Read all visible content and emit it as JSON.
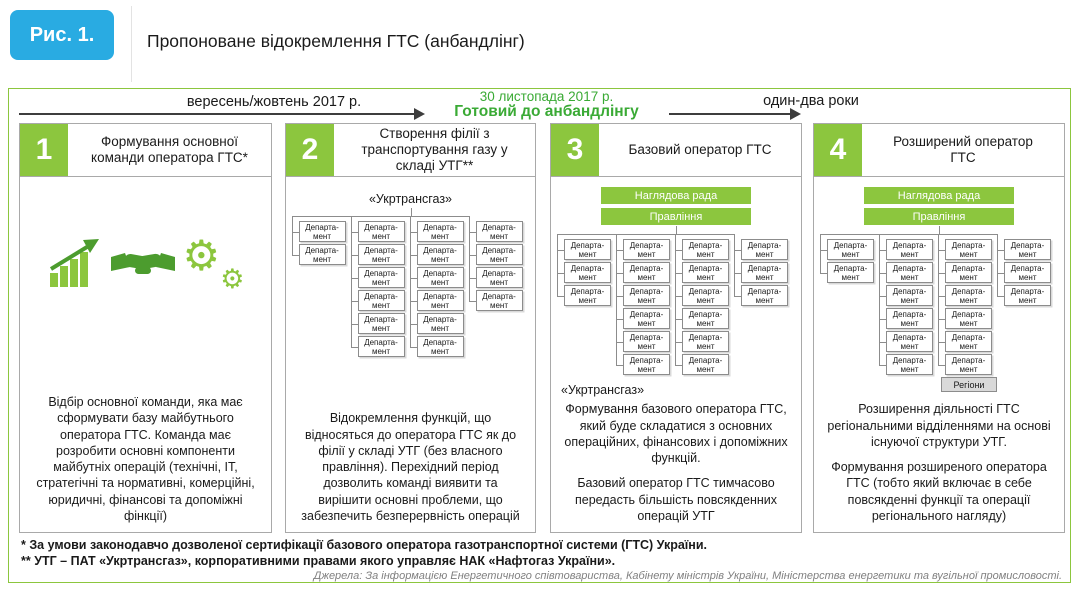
{
  "figure_label": "Рис. 1.",
  "title": "Пропоноване відокремлення ГТС (анбандлінг)",
  "timeline": {
    "left": "вересень/жовтень 2017 р.",
    "center_line1": "30 листопада 2017 р.",
    "center_line2": "Готовий до анбандлінгу",
    "right": "один-два роки"
  },
  "dept_label": "Департа-\nмент",
  "gear_glyph": "⚙",
  "panels": [
    {
      "number": "1",
      "title": "Формування основної команди оператора ГТС*",
      "icons": [
        "growth-chart-icon",
        "handshake-icon",
        "gears-icon"
      ],
      "body": "Відбір основної команди, яка має сформувати базу майбутнього оператора ГТС. Команда має розробити основні компоненти майбутніх операцій (технічні, ІТ, стратегічні та нормативні, комерційні, юридичні, фінансові та допоміжні фінкції)"
    },
    {
      "number": "2",
      "title": "Створення філії з транспортування газу у складі УТГ**",
      "org_title": "«Укртрансгаз»",
      "org_columns": [
        2,
        6,
        6,
        4
      ],
      "body": "Відокремлення функцій, що відносяться до оператора ГТС як до філії у складі УТГ (без власного правління). Перехідний період дозволить команді виявити та вирішити основні проблеми, що забезпечить безперервність операцій"
    },
    {
      "number": "3",
      "title": "Базовий оператор ГТС",
      "supervisory_board": "Наглядова рада",
      "management_board": "Правління",
      "org_columns": [
        3,
        6,
        6,
        3
      ],
      "org_footer": "«Укртрансгаз»",
      "body1": "Формування базового оператора ГТС, який буде складатися з основних операційних, фінансових і допоміжних функцій.",
      "body2": "Базовий оператор ГТС тимчасово передасть більшість повсякденних операцій УТГ"
    },
    {
      "number": "4",
      "title": "Розширений оператор ГТС",
      "supervisory_board": "Наглядова рада",
      "management_board": "Правління",
      "org_columns": [
        2,
        6,
        6,
        3
      ],
      "regions_label": "Регіони",
      "body1": "Розширення діяльності ГТС регіональними відділеннями на основі існуючої структури УТГ.",
      "body2": "Формування розширеного оператора ГТС (тобто який включає в себе повсякденні функції та операції регіонального нагляду)"
    }
  ],
  "footnotes": [
    "* За умови законодавчо дозволеної сертифікації базового оператора газотранспортної системи (ГТС) України.",
    "** УТГ – ПАТ «Укртрансгаз», корпоративними правами якого управляє НАК «Нафтогаз України»."
  ],
  "source": "Джерела: За інформацією Енергетичного співтовариства,  Кабінету міністрів України, Міністерства енергетики та вугільної промисловості.",
  "colors": {
    "badge_blue": "#29ABE2",
    "accent_green": "#8CC63E",
    "dark_green": "#4C9C2E",
    "timeline_green": "#3AAA35",
    "gray_box": "#D9D9D9",
    "line_gray": "#8C8C8C"
  }
}
